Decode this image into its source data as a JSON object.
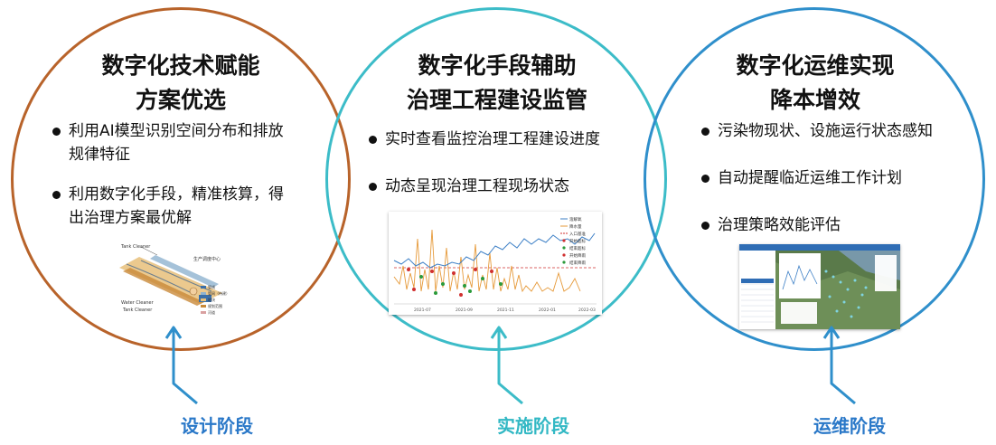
{
  "stages": [
    {
      "title_line1": "数字化技术赋能",
      "title_line2": "方案优选",
      "bullets": [
        "利用AI模型识别空间分布和排放规律特征",
        "利用数字化手段，精准核算，得出治理方案最优解"
      ],
      "stage_label": "设计阶段",
      "color": "#b8632a",
      "label_color": "#2a78c8",
      "image": {
        "labels": [
          "Tank Cleaner",
          "生产调度中心",
          "Water Cleaner",
          "Tank Cleaner"
        ],
        "legend": [
          "管线",
          "管网（待建）",
          "地块",
          "规划范围",
          "河道"
        ]
      }
    },
    {
      "title_line1": "数字化手段辅助",
      "title_line2": "治理工程建设监管",
      "bullets": [
        "实时查看监控治理工程建设进度",
        "动态呈现治理工程现场状态"
      ],
      "stage_label": "实施阶段",
      "color": "#3cbcc8",
      "label_color": "#32b8c4",
      "image": {
        "legend": [
          "溶解氧",
          "降水量",
          "入口基准",
          "开始超标",
          "结束超标",
          "开始降雨",
          "结束降雨"
        ],
        "x_ticks": [
          "2021-07",
          "2021-09",
          "2021-11",
          "2022-01",
          "2022-03"
        ]
      }
    },
    {
      "title_line1": "数字化运维实现",
      "title_line2": "降本增效",
      "bullets": [
        "污染物现状、设施运行状态感知",
        "自动提醒临近运维工作计划",
        "治理策略效能评估"
      ],
      "stage_label": "运维阶段",
      "color": "#2f8fcb",
      "label_color": "#2a78c8",
      "image": {}
    }
  ]
}
